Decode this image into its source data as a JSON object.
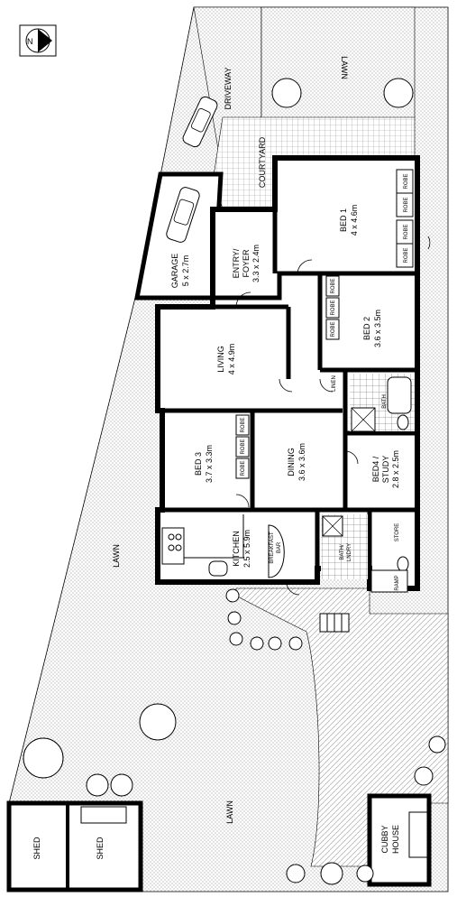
{
  "compass": {
    "letter": "N"
  },
  "outdoor": {
    "driveway": "DRIVEWAY",
    "lawn_top": "LAWN",
    "courtyard": "COURTYARD",
    "lawn_left": "LAWN",
    "lawn_bottom": "LAWN"
  },
  "rooms": {
    "garage": {
      "name": "GARAGE",
      "size": "5 x 2.7m"
    },
    "entry": {
      "name": "ENTRY/",
      "name2": "FOYER",
      "size": "3.3 x 2.4m"
    },
    "bed1": {
      "name": "BED 1",
      "size": "4 x 4.6m"
    },
    "bed2": {
      "name": "BED 2",
      "size": "3.6 x 3.5m"
    },
    "living": {
      "name": "LIVING",
      "size": "4 x 4.9m"
    },
    "bed3": {
      "name": "BED 3",
      "size": "3.7 x 3.3m"
    },
    "dining": {
      "name": "DINING",
      "size": "3.6 x 3.6m"
    },
    "bed4": {
      "name": "BED4 /",
      "name2": "STUDY",
      "size": "2.8 x 2.5m"
    },
    "kitchen": {
      "name": "KITCHEN",
      "size": "2.5 x 5.9m"
    },
    "breakfast": {
      "name": "BREAKFAST",
      "name2": "BAR"
    },
    "bath": {
      "name": "BATH"
    },
    "bath_lndry": {
      "name": "BATH/",
      "name2": "LNDRY"
    },
    "store": {
      "name": "STORE"
    },
    "ramp": {
      "name": "RAMP"
    },
    "robe": {
      "name": "ROBE"
    },
    "linen": {
      "name": "LINEN"
    },
    "shed1": {
      "name": "SHED"
    },
    "shed2": {
      "name": "SHED"
    },
    "cubby": {
      "name": "CUBBY",
      "name2": "HOUSE"
    }
  },
  "colors": {
    "wall": "#000000",
    "paving": "#b5b5b5",
    "lawn": "#d0d0d0",
    "floor": "#ffffff"
  }
}
